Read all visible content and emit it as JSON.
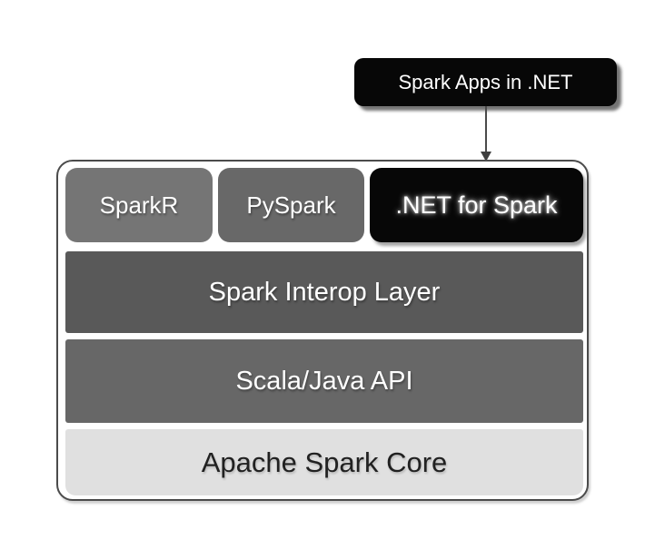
{
  "diagram": {
    "title_hint": ".NET for Apache Spark architecture stack",
    "callout": {
      "label": "Spark Apps in .NET"
    },
    "connector": {
      "name": "down-arrow",
      "color": "#4a4a4a"
    },
    "stack": {
      "row1": [
        {
          "id": "sparkr",
          "label": "SparkR",
          "bg": "#757575"
        },
        {
          "id": "pyspark",
          "label": "PySpark",
          "bg": "#686868"
        },
        {
          "id": "dotnet",
          "label": ".NET for Spark",
          "bg": "#070707"
        }
      ],
      "layers": [
        {
          "id": "interop",
          "label": "Spark Interop Layer",
          "bg": "#595959"
        },
        {
          "id": "scala-java",
          "label": "Scala/Java API",
          "bg": "#676767"
        },
        {
          "id": "core",
          "label": "Apache Spark Core",
          "bg": "#e0e0e0"
        }
      ]
    },
    "colors": {
      "page_bg": "#ffffff",
      "container_border": "#4b4b4b",
      "callout_bg": "#070707",
      "text_light": "#ffffff",
      "text_dark": "#212121"
    }
  }
}
